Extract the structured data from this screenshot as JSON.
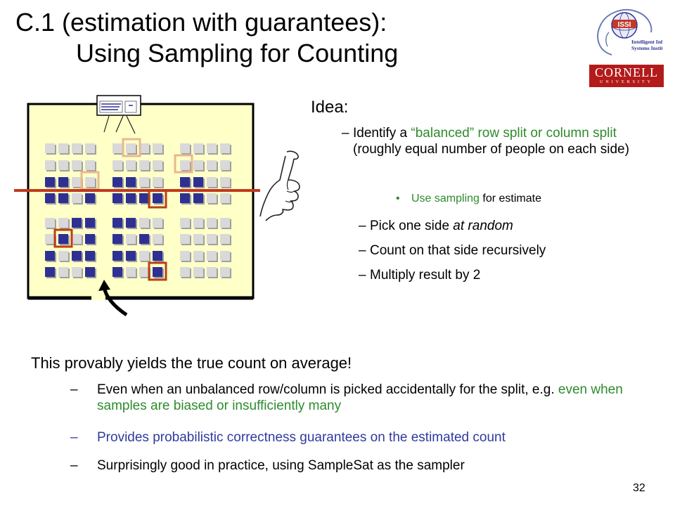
{
  "slide": {
    "title_line1": "C.1 (estimation with guarantees):",
    "title_line2": "Using Sampling for Counting",
    "page_number": "32"
  },
  "logos": {
    "isi_label": "ISSI",
    "isi_name_line1": "Intelligent Information",
    "isi_name_line2": "Systems Institute",
    "cornell_name": "CORNELL",
    "cornell_sub": "UNIVERSITY"
  },
  "idea": {
    "heading": "Idea:",
    "b1_pre": "Identify a ",
    "b1_green": "“balanced” row split or column split",
    "b1_post": " (roughly equal number of people on each side)",
    "sub_green": "Use sampling",
    "sub_rest": " for estimate",
    "b2_pre": "Pick one side ",
    "b2_italic": "at random",
    "b3": "Count on that side recursively",
    "b4": "Multiply result by 2"
  },
  "bottom": {
    "heading": "This provably yields the true count on average!",
    "p1_black": "Even when an unbalanced row/column is picked accidentally for the split, e.g. ",
    "p1_green": "even when samples are biased or insufficiently many",
    "p2_blue": "Provides probabilistic correctness guarantees on the estimated count",
    "p3": "Surprisingly good in practice, using SampleSat as the sampler",
    "dash": "–"
  },
  "colors": {
    "hall_fill": "#ffffc8",
    "occupied": "#2e3192",
    "empty": "#d9d9d9",
    "split_line": "#c0391b",
    "sample_box_dark": "#b84018",
    "sample_box_light": "#e8b890"
  }
}
